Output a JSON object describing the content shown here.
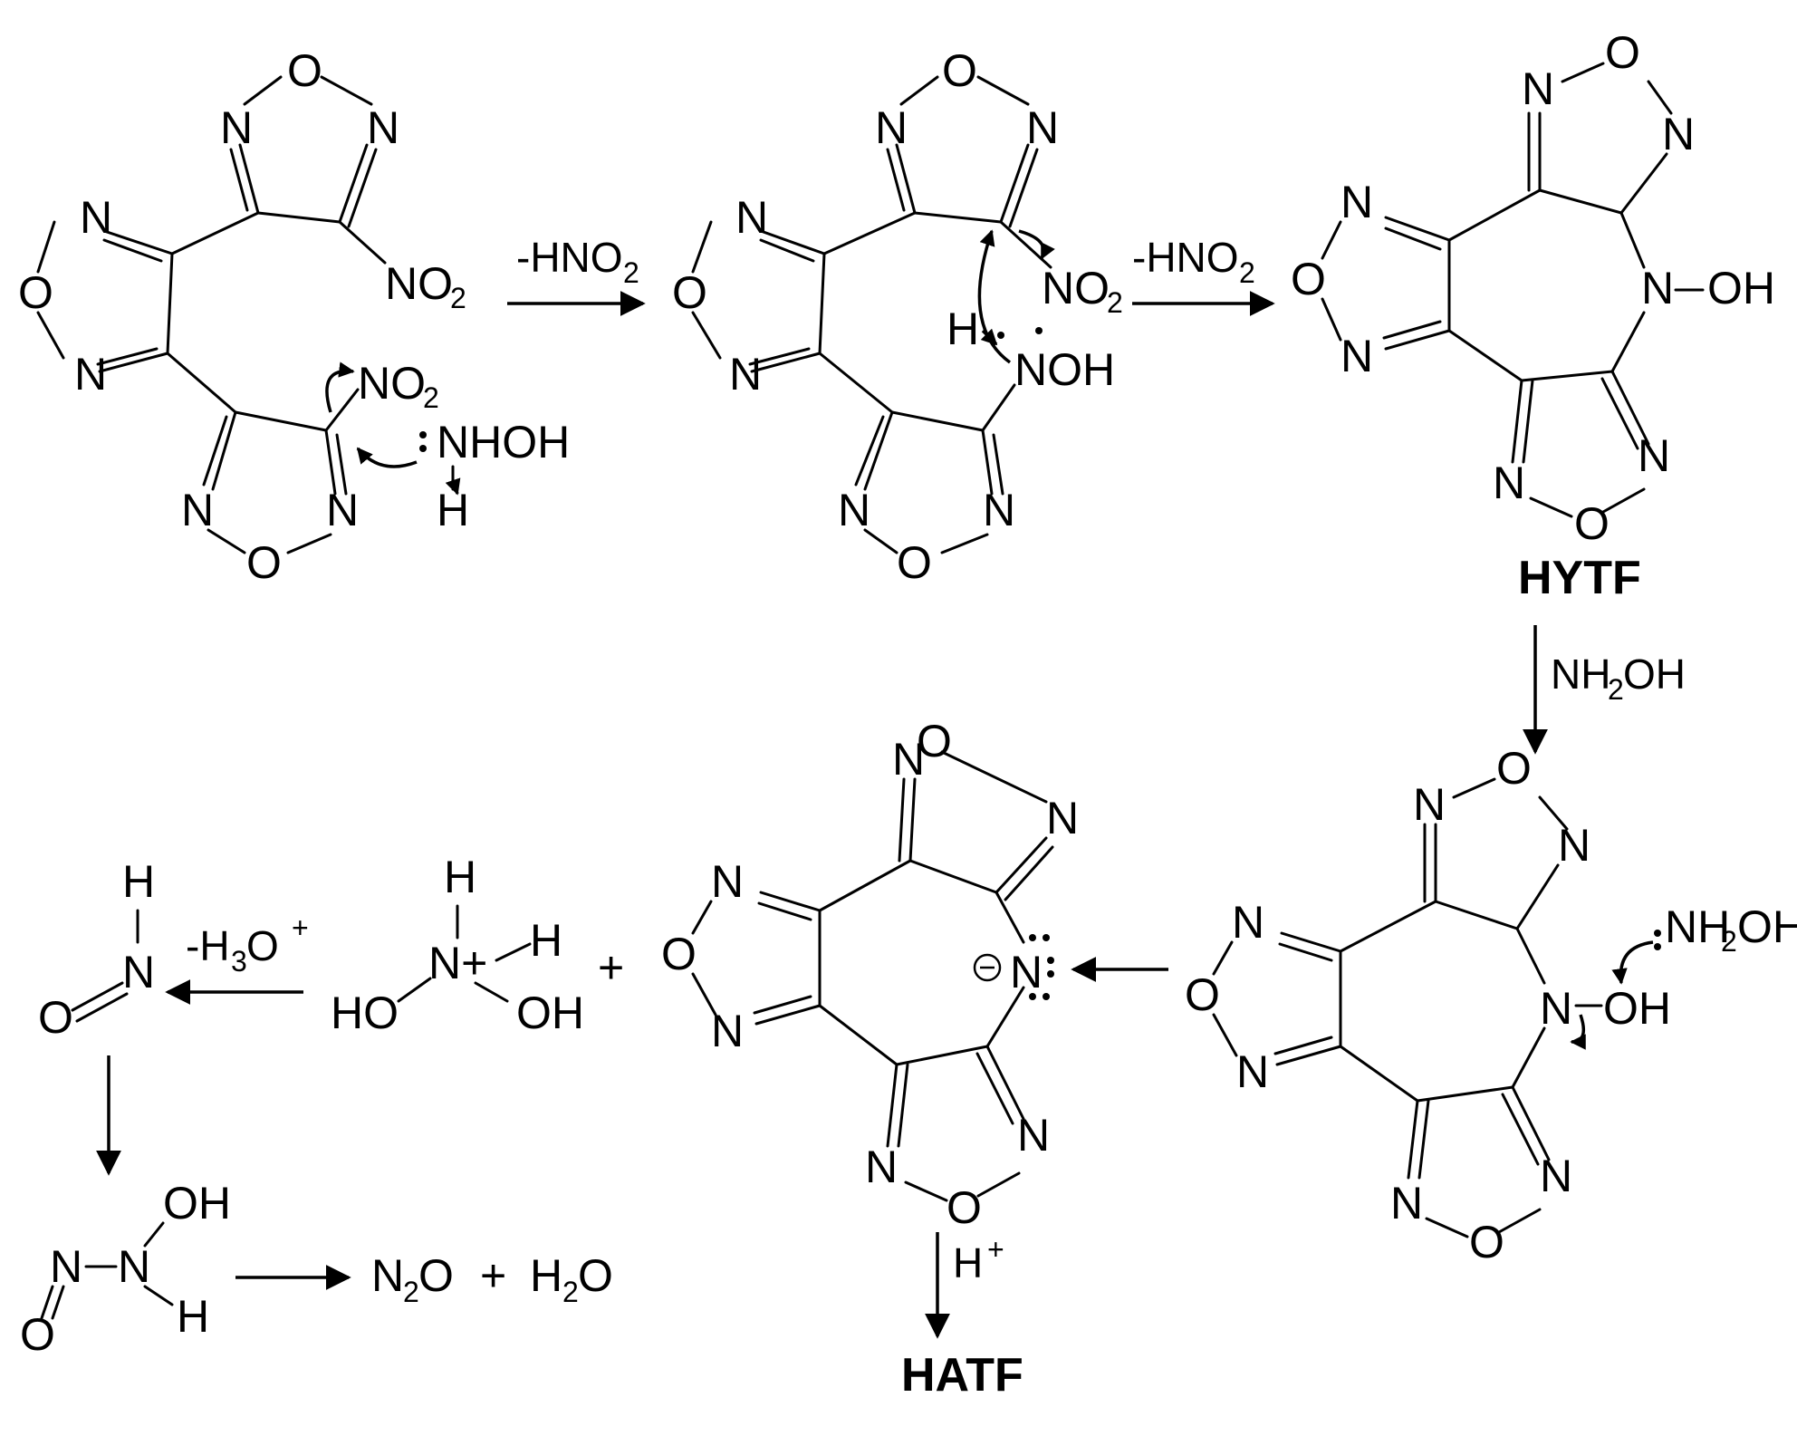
{
  "scheme": {
    "conditions": {
      "step1": "-HNO",
      "step1_sub": "2",
      "step2": "-HNO",
      "step2_sub": "2",
      "step3": "NH",
      "step3_sub": "2",
      "step3_end": "OH",
      "step6": "-H",
      "step6_sub": "3",
      "step6_end": "O",
      "step6_sup": "+",
      "step_final": "H",
      "step_final_sup": "+"
    },
    "labels": {
      "hytf": "HYTF",
      "hatf": "HATF"
    },
    "products": {
      "n2o_n": "N",
      "n2o_sub": "2",
      "n2o_o": "O",
      "plus": "+",
      "h2o_h": "H",
      "h2o_sub": "2",
      "h2o_o": "O"
    },
    "reagents": {
      "nhoh": "NHOH",
      "nh2oh_n": "NH",
      "nh2oh_sub": "2",
      "nh2oh_end": "OH",
      "plus_mid": "+"
    }
  }
}
